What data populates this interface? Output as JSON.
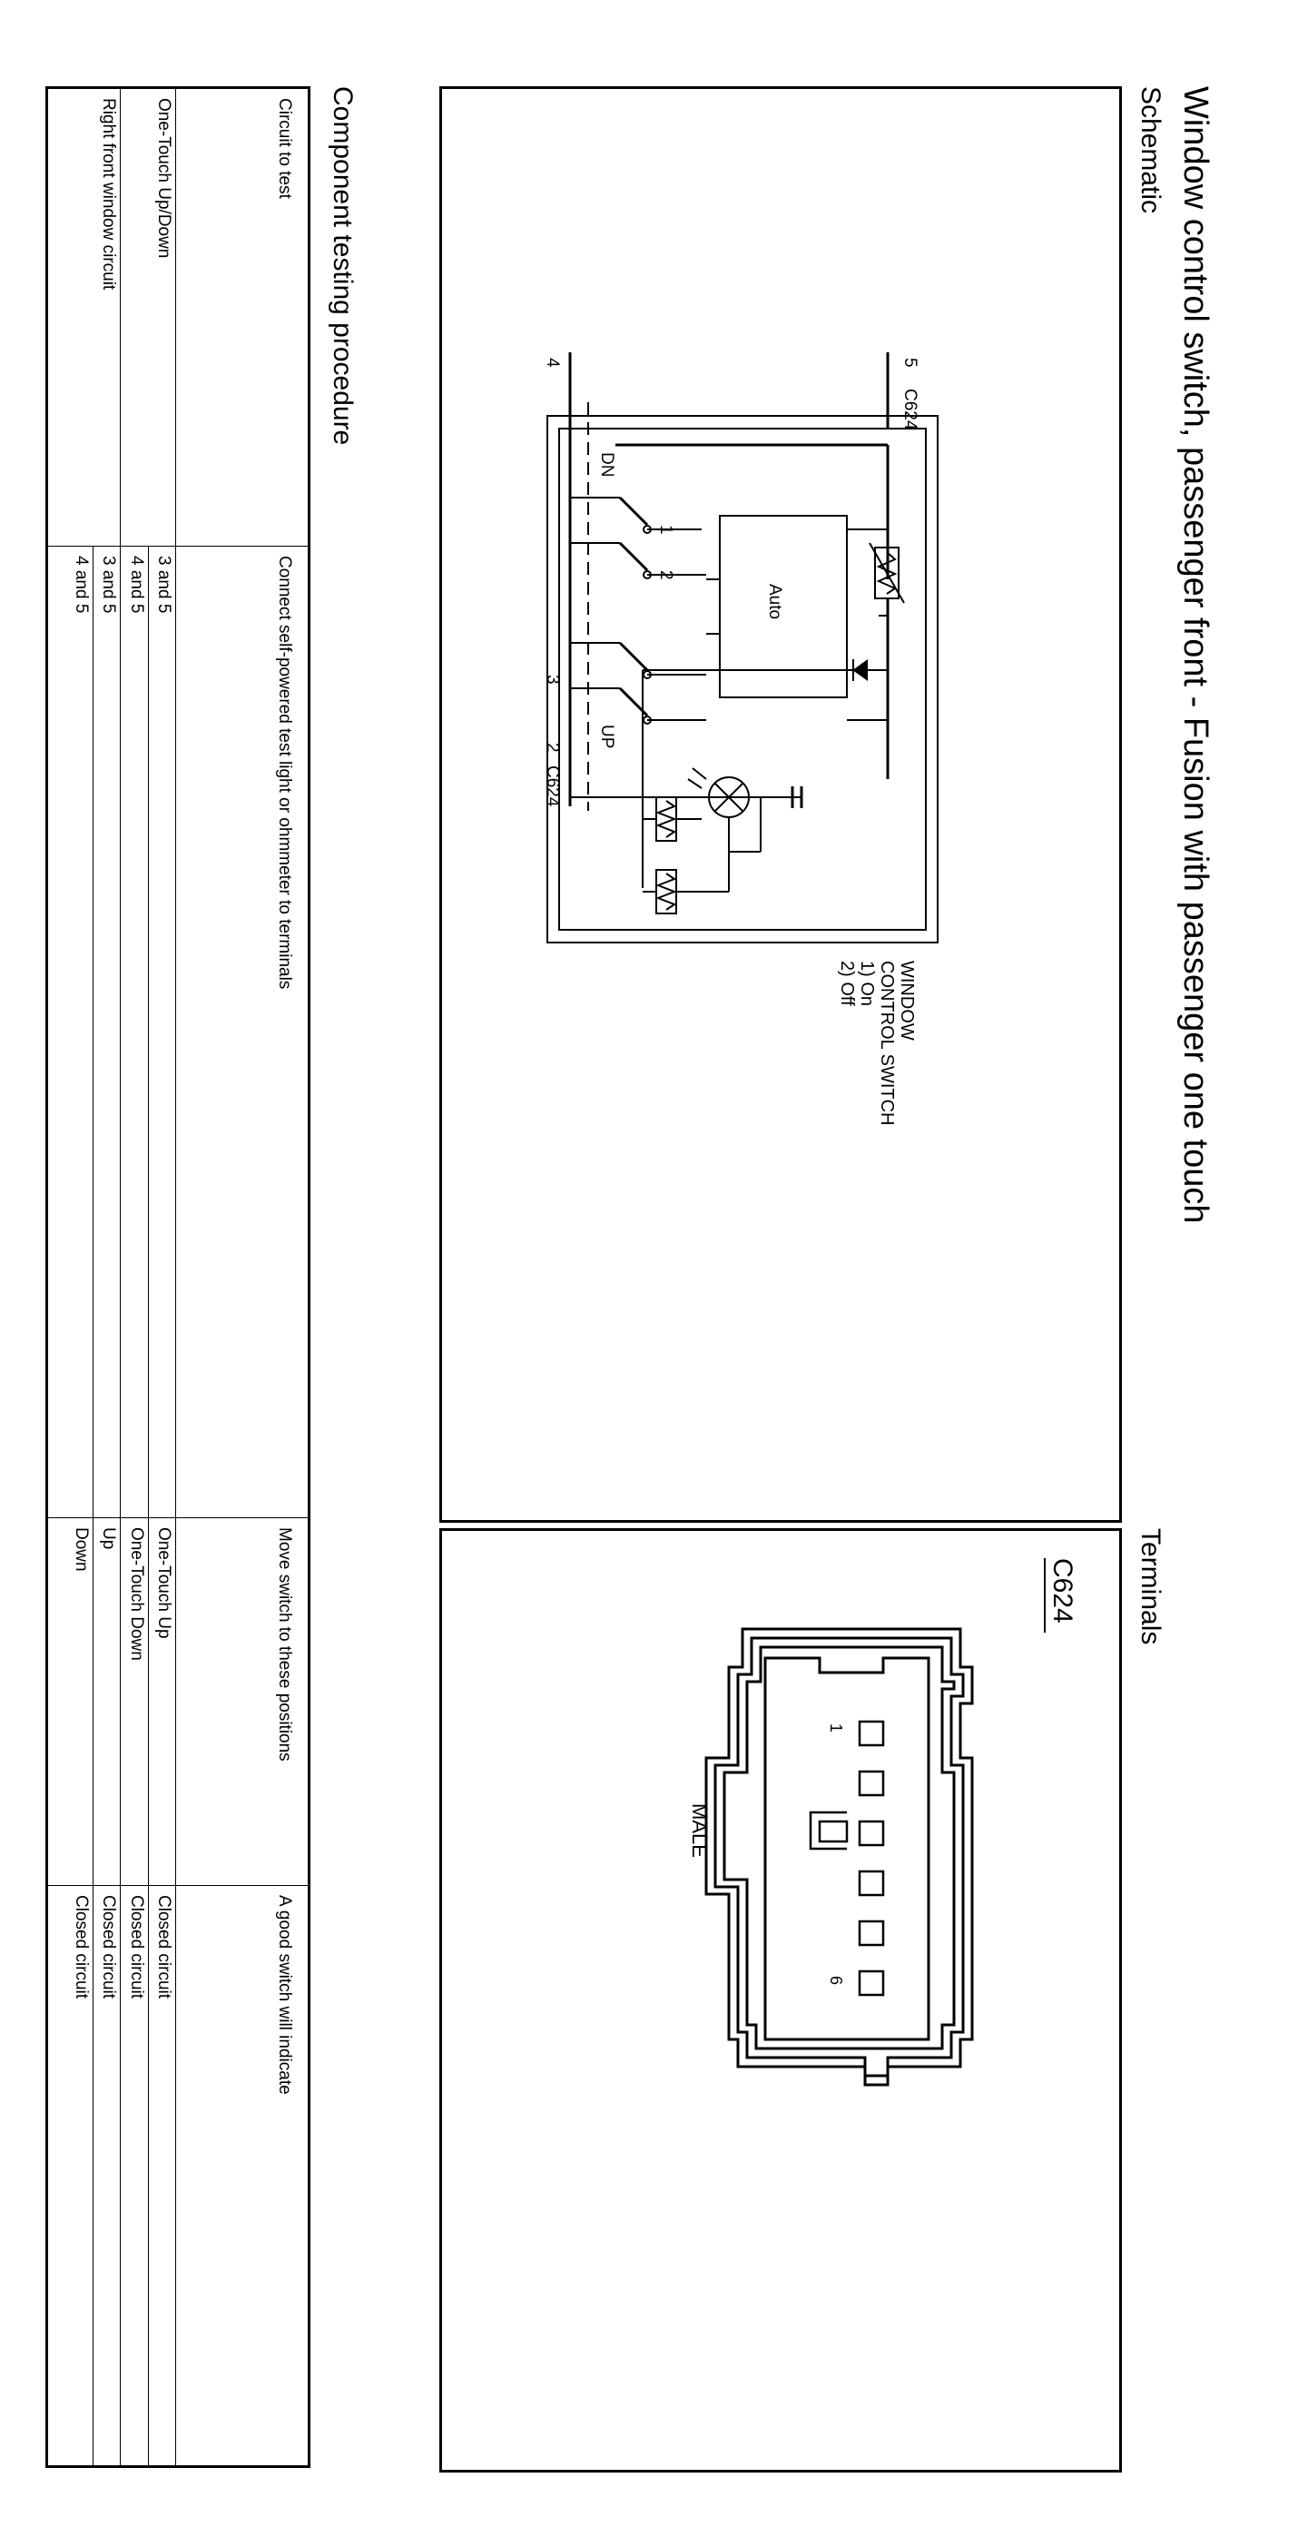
{
  "page": {
    "title": "Window control switch, passenger front - Fusion with passenger one touch"
  },
  "schematic": {
    "heading": "Schematic",
    "labels": {
      "pin5": "5",
      "pin4": "4",
      "pin3": "3",
      "pin2": "2",
      "connector_top": "C624",
      "connector_bottom": "C624",
      "dn": "DN",
      "up": "UP",
      "auto": "Auto",
      "sw_1": "1",
      "sw_2": "2",
      "legend_line1": "WINDOW",
      "legend_line2": "CONTROL SWITCH",
      "legend_line3": "1) On",
      "legend_line4": "2) Off"
    }
  },
  "terminals": {
    "heading": "Terminals",
    "connector_id": "C624",
    "gender": "MALE",
    "pin_first": "1",
    "pin_last": "6"
  },
  "component_testing": {
    "heading": "Component testing procedure",
    "columns": [
      "Circuit to test",
      "Connect self-powered test light or ohmmeter to terminals",
      "Move switch to these positions",
      "A good switch will indicate"
    ],
    "groups": [
      {
        "circuit": "One-Touch Up/Down",
        "rows": [
          {
            "terminals": "3 and 5",
            "position": "One-Touch Up",
            "result": "Closed circuit"
          },
          {
            "terminals": "4 and 5",
            "position": "One-Touch Down",
            "result": "Closed circuit"
          }
        ]
      },
      {
        "circuit": "Right front window circuit",
        "rows": [
          {
            "terminals": "3 and 5",
            "position": "Up",
            "result": "Closed circuit"
          },
          {
            "terminals": "4 and 5",
            "position": "Down",
            "result": "Closed circuit"
          }
        ]
      }
    ]
  }
}
